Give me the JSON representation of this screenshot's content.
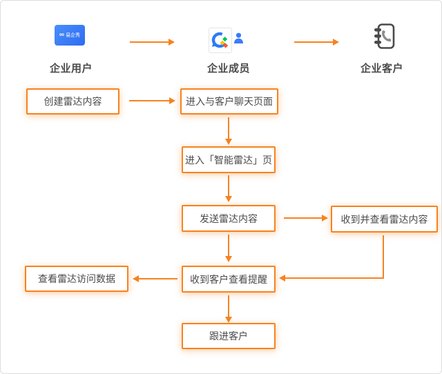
{
  "colors": {
    "accent_orange": "#F7821E",
    "brand_blue": "#3B7CFB",
    "text_dark": "#4A4A4A",
    "card_border": "#DCDCDC"
  },
  "actors": [
    {
      "label": "企业用户",
      "icon": "yiqixiu-app-icon",
      "icon_mark": "∞",
      "icon_text": "易企秀"
    },
    {
      "label": "企业成员",
      "icon": "wechat-work-icon"
    },
    {
      "label": "企业客户",
      "icon": "contact-book-icon"
    }
  ],
  "nodes": {
    "create_radar": "创建雷达内容",
    "enter_chat": "进入与客户聊天页面",
    "enter_radar_page": "进入「智能雷达」页",
    "send_radar": "发送雷达内容",
    "receive_view_radar": "收到并查看雷达内容",
    "view_visit_data": "查看雷达访问数据",
    "view_reminder": "收到客户查看提醒",
    "follow_up": "跟进客户"
  }
}
